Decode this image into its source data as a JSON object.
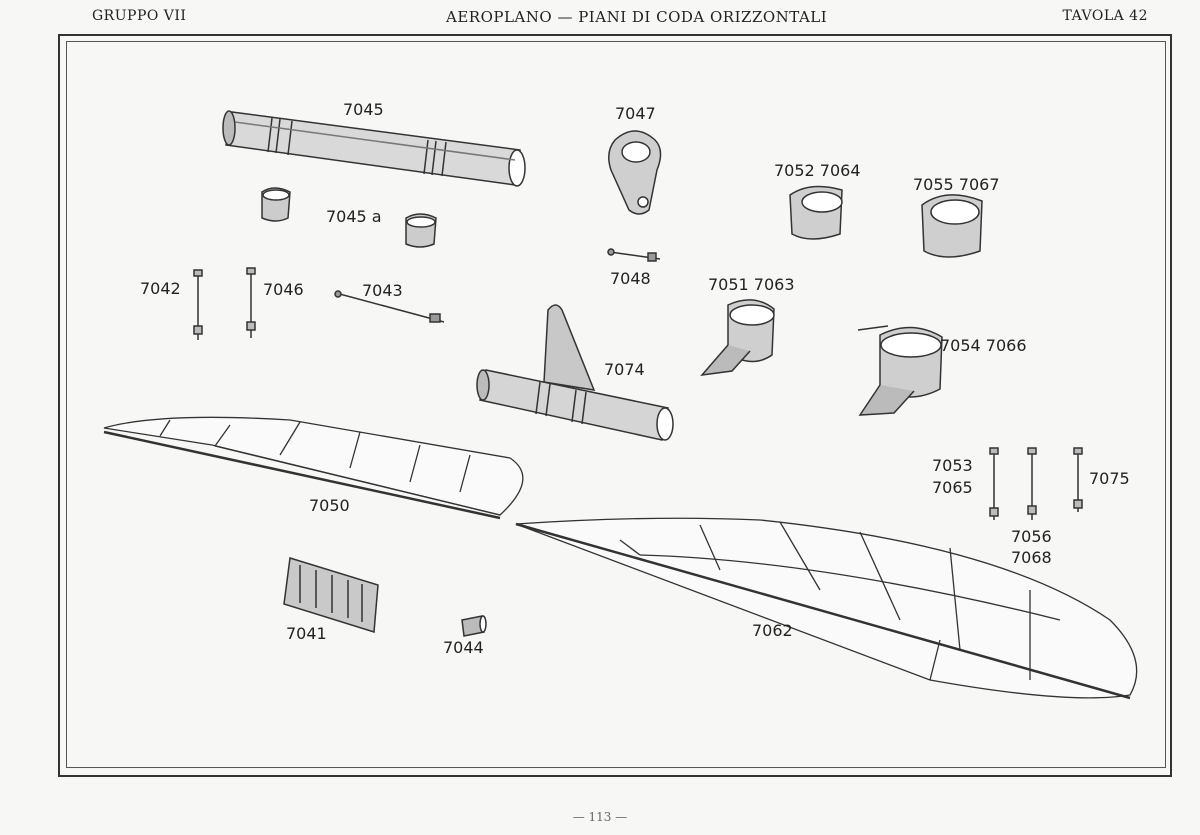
{
  "header": {
    "group": "GRUPPO VII",
    "title": "AEROPLANO — PIANI DI CODA ORIZZONTALI",
    "plate": "TAVOLA 42"
  },
  "labels": {
    "p7045": "7045",
    "p7045a": "7045 a",
    "p7047": "7047",
    "p7048": "7048",
    "p7052_7064": "7052 7064",
    "p7055_7067": "7055 7067",
    "p7042": "7042",
    "p7046": "7046",
    "p7043": "7043",
    "p7051_7063": "7051 7063",
    "p7074": "7074",
    "p7054_7066": "7054 7066",
    "p7053": "7053",
    "p7065": "7065",
    "p7075": "7075",
    "p7056": "7056",
    "p7068": "7068",
    "p7050": "7050",
    "p7041": "7041",
    "p7044": "7044",
    "p7062": "7062"
  },
  "footer": {
    "page": "— 113 —"
  }
}
